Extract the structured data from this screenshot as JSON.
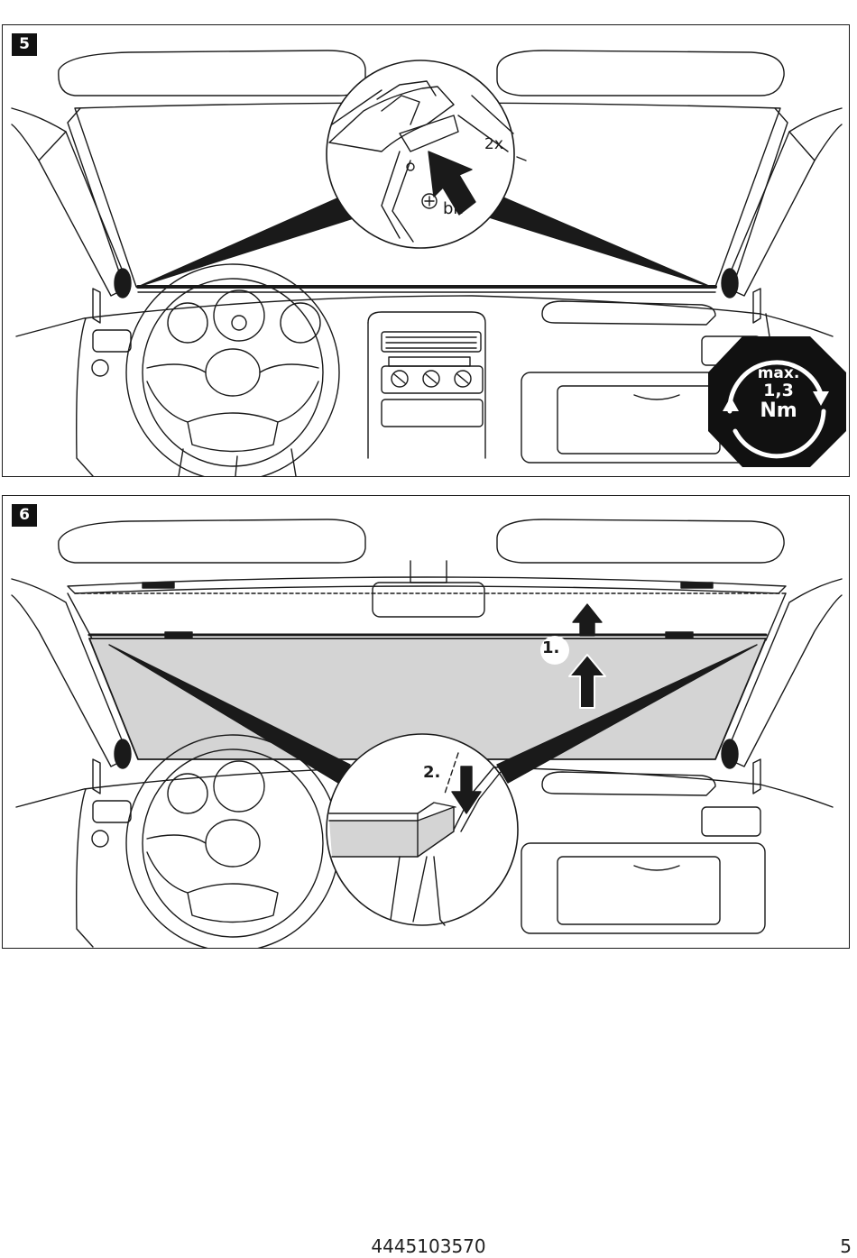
{
  "steps": [
    {
      "number": "5",
      "detail_labels": {
        "count": "2x",
        "screw": "bk"
      },
      "torque": {
        "line1": "max.",
        "line2": "1,3",
        "line3": "Nm"
      }
    },
    {
      "number": "6",
      "labels": {
        "step1": "1.",
        "step2": "2."
      }
    }
  ],
  "footer": {
    "article_number": "4445103570",
    "page_number": "5"
  }
}
